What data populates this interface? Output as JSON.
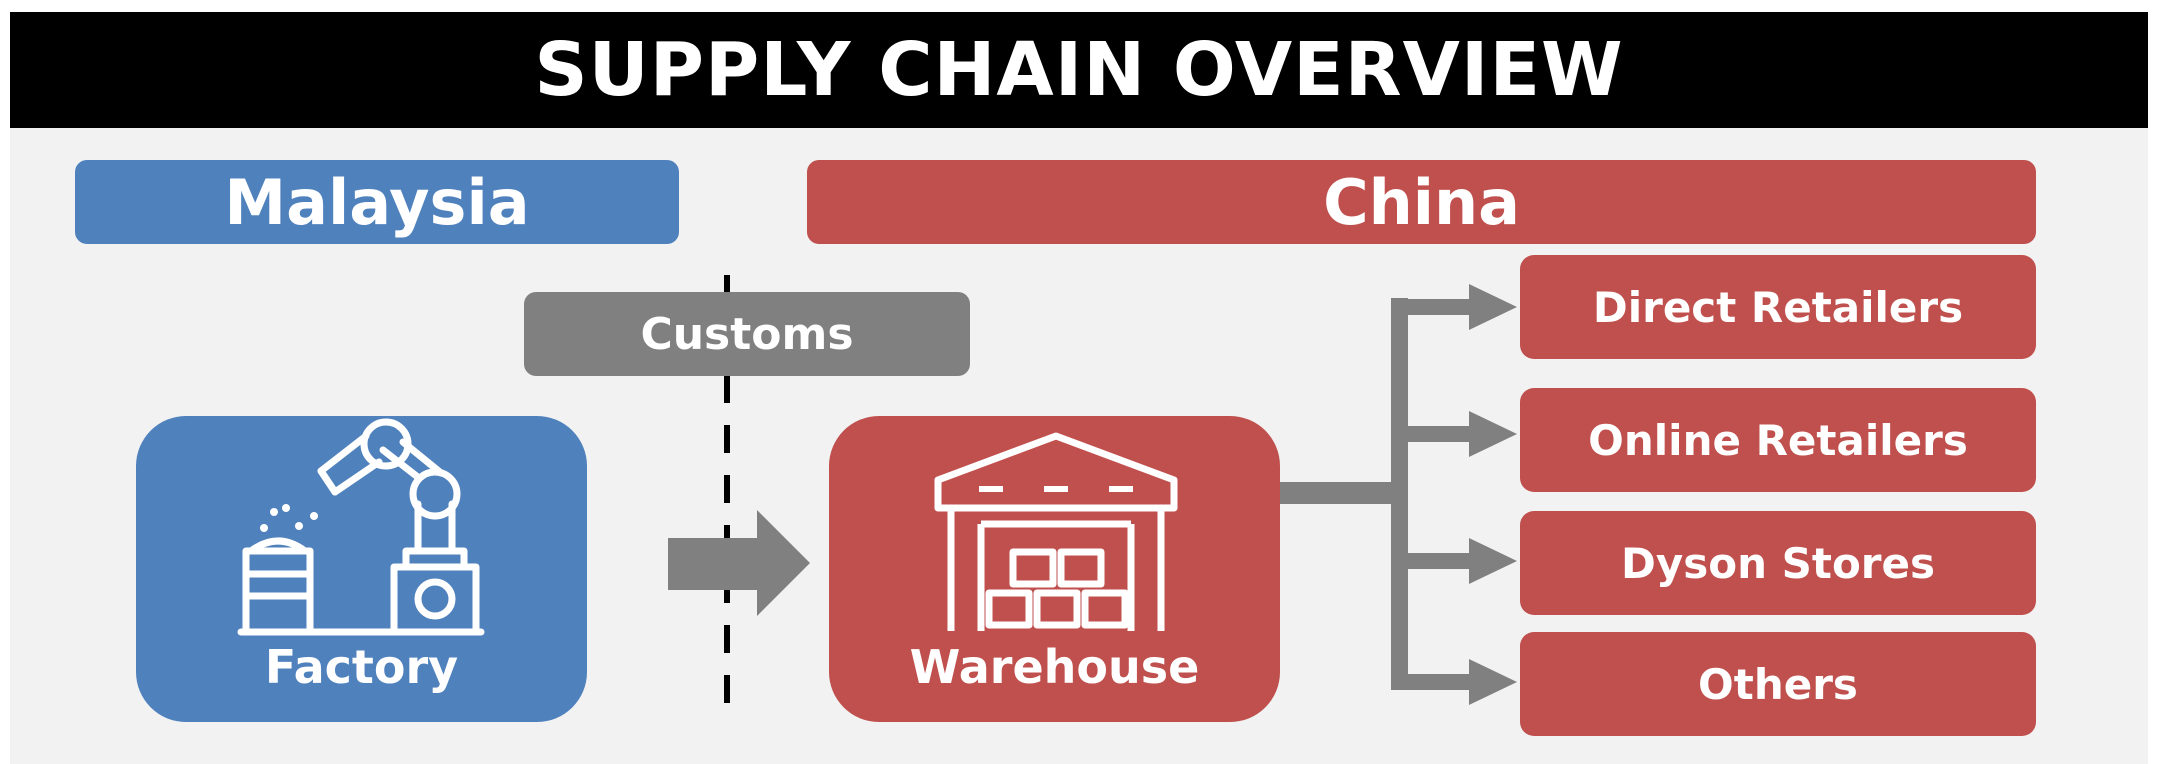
{
  "title": "SUPPLY CHAIN OVERVIEW",
  "regions": {
    "left": "Malaysia",
    "right": "China"
  },
  "border_label": "Customs",
  "nodes": {
    "factory": "Factory",
    "warehouse": "Warehouse"
  },
  "destinations": [
    "Direct Retailers",
    "Online Retailers",
    "Dyson Stores",
    "Others"
  ],
  "colors": {
    "malaysia": "#4f81bd",
    "china": "#c0504d",
    "customs": "#808080",
    "arrow": "#808080"
  },
  "icons": {
    "factory": "robot-arm-icon",
    "warehouse": "warehouse-icon"
  }
}
